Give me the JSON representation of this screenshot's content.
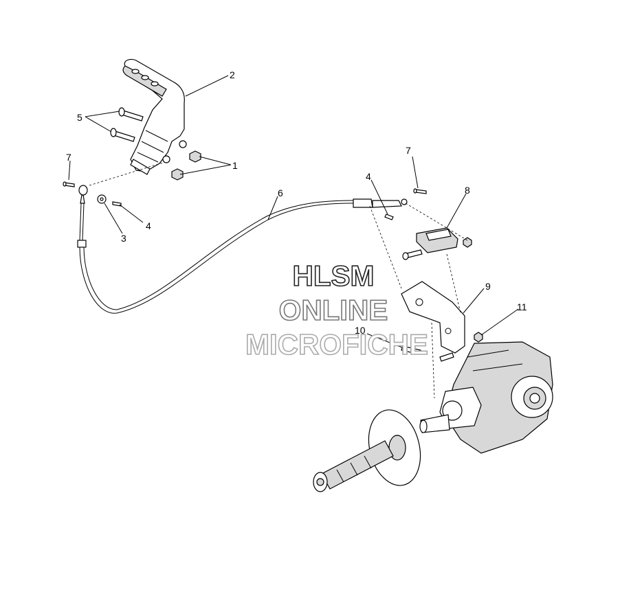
{
  "callouts": {
    "c1": "1",
    "c2": "2",
    "c3": "3",
    "c4a": "4",
    "c4b": "4",
    "c5": "5",
    "c6": "6",
    "c7a": "7",
    "c7b": "7",
    "c8": "8",
    "c9": "9",
    "c10": "10",
    "c11": "11"
  },
  "watermark": {
    "line1": "HLSM",
    "line2": "ONLINE",
    "line3": "MICROFICHE"
  }
}
